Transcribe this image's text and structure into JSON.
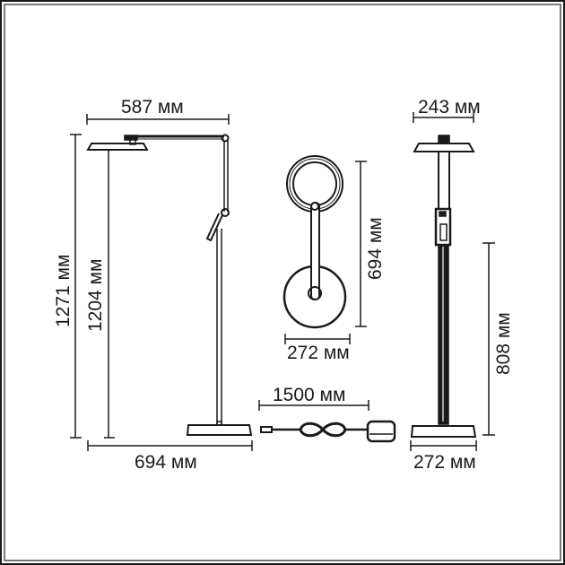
{
  "diagram": {
    "subject": "floor-lamp-dimensions",
    "line_color": "#1a1a1a",
    "frame": {
      "outer_color": "#1a1a1a",
      "inner_color": "#7a7a7a"
    },
    "views": {
      "side": {
        "width_top": "587 мм",
        "total_height": "1271 мм",
        "shade_height": "1204 мм",
        "width_base": "694 мм"
      },
      "top": {
        "length": "694 мм",
        "width": "272 мм"
      },
      "cable": {
        "length": "1500 мм"
      },
      "front": {
        "width_top": "243 мм",
        "pole_height": "808 мм",
        "base_width": "272 мм"
      }
    }
  }
}
